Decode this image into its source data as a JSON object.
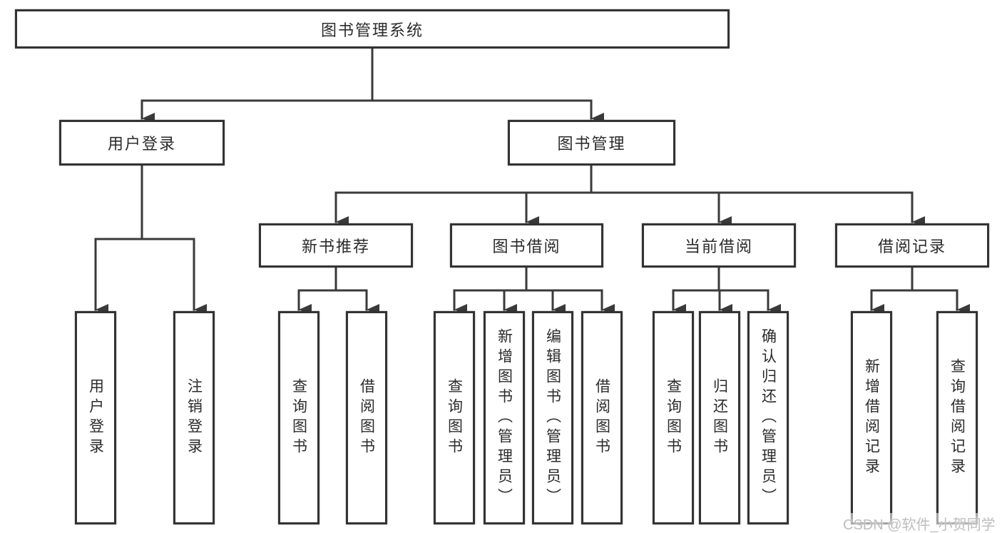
{
  "diagram": {
    "root": {
      "label": "图书管理系统"
    },
    "branches": [
      {
        "label": "用户登录",
        "children": [
          {
            "label": "用户登录"
          },
          {
            "label": "注销登录"
          }
        ]
      },
      {
        "label": "图书管理",
        "sections": [
          {
            "label": "新书推荐",
            "children": [
              {
                "label": "查询图书"
              },
              {
                "label": "借阅图书"
              }
            ]
          },
          {
            "label": "图书借阅",
            "children": [
              {
                "label": "查询图书"
              },
              {
                "label": "新增图书（管理员）"
              },
              {
                "label": "编辑图书（管理员）"
              },
              {
                "label": "借阅图书"
              }
            ]
          },
          {
            "label": "当前借阅",
            "children": [
              {
                "label": "查询图书"
              },
              {
                "label": "归还图书"
              },
              {
                "label": "确认归还（管理员）"
              }
            ]
          },
          {
            "label": "借阅记录",
            "children": [
              {
                "label": "新增借阅记录"
              },
              {
                "label": "查询借阅记录"
              }
            ]
          }
        ]
      }
    ]
  },
  "watermark": {
    "text": "CSDN @软件_小贺同学"
  },
  "colors": {
    "line": "#3a3a3a",
    "box_border": "#333333",
    "text": "#2b2b2b",
    "watermark": "#bdbdbd",
    "background": "#ffffff"
  }
}
